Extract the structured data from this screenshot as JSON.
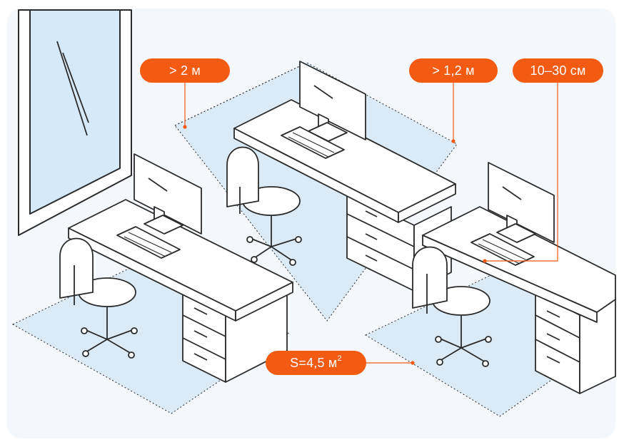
{
  "labels": {
    "window_distance": "> 2 м",
    "desk_spacing": "> 1,2 м",
    "keyboard_offset": "10–30 см",
    "area_prefix": "S=4,5 м",
    "area_exponent": "2"
  },
  "colors": {
    "accent": "#f35a12",
    "floor_zone": "#dbeaf7",
    "glass": "#d6e9f8",
    "outline": "#2b2b2b",
    "background": "#f4f7fb"
  }
}
